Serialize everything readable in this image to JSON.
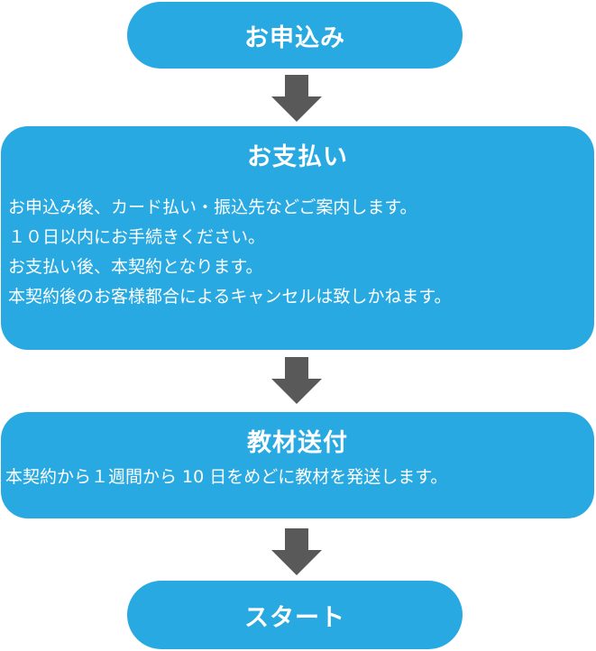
{
  "colors": {
    "step_fill": "#29a9e1",
    "step_text": "#ffffff",
    "arrow": "#595959"
  },
  "steps": [
    {
      "title": "お申込み"
    },
    {
      "title": "お支払い",
      "lines": [
        "お申込み後、カード払い・振込先などご案内します。",
        "１０日以内にお手続きください。",
        "お支払い後、本契約となります。",
        "本契約後のお客様都合によるキャンセルは致しかねます。"
      ]
    },
    {
      "title": "教材送付",
      "lines": [
        "本契約から１週間から 10 日をめどに教材を発送します。"
      ]
    },
    {
      "title": "スタート"
    }
  ]
}
